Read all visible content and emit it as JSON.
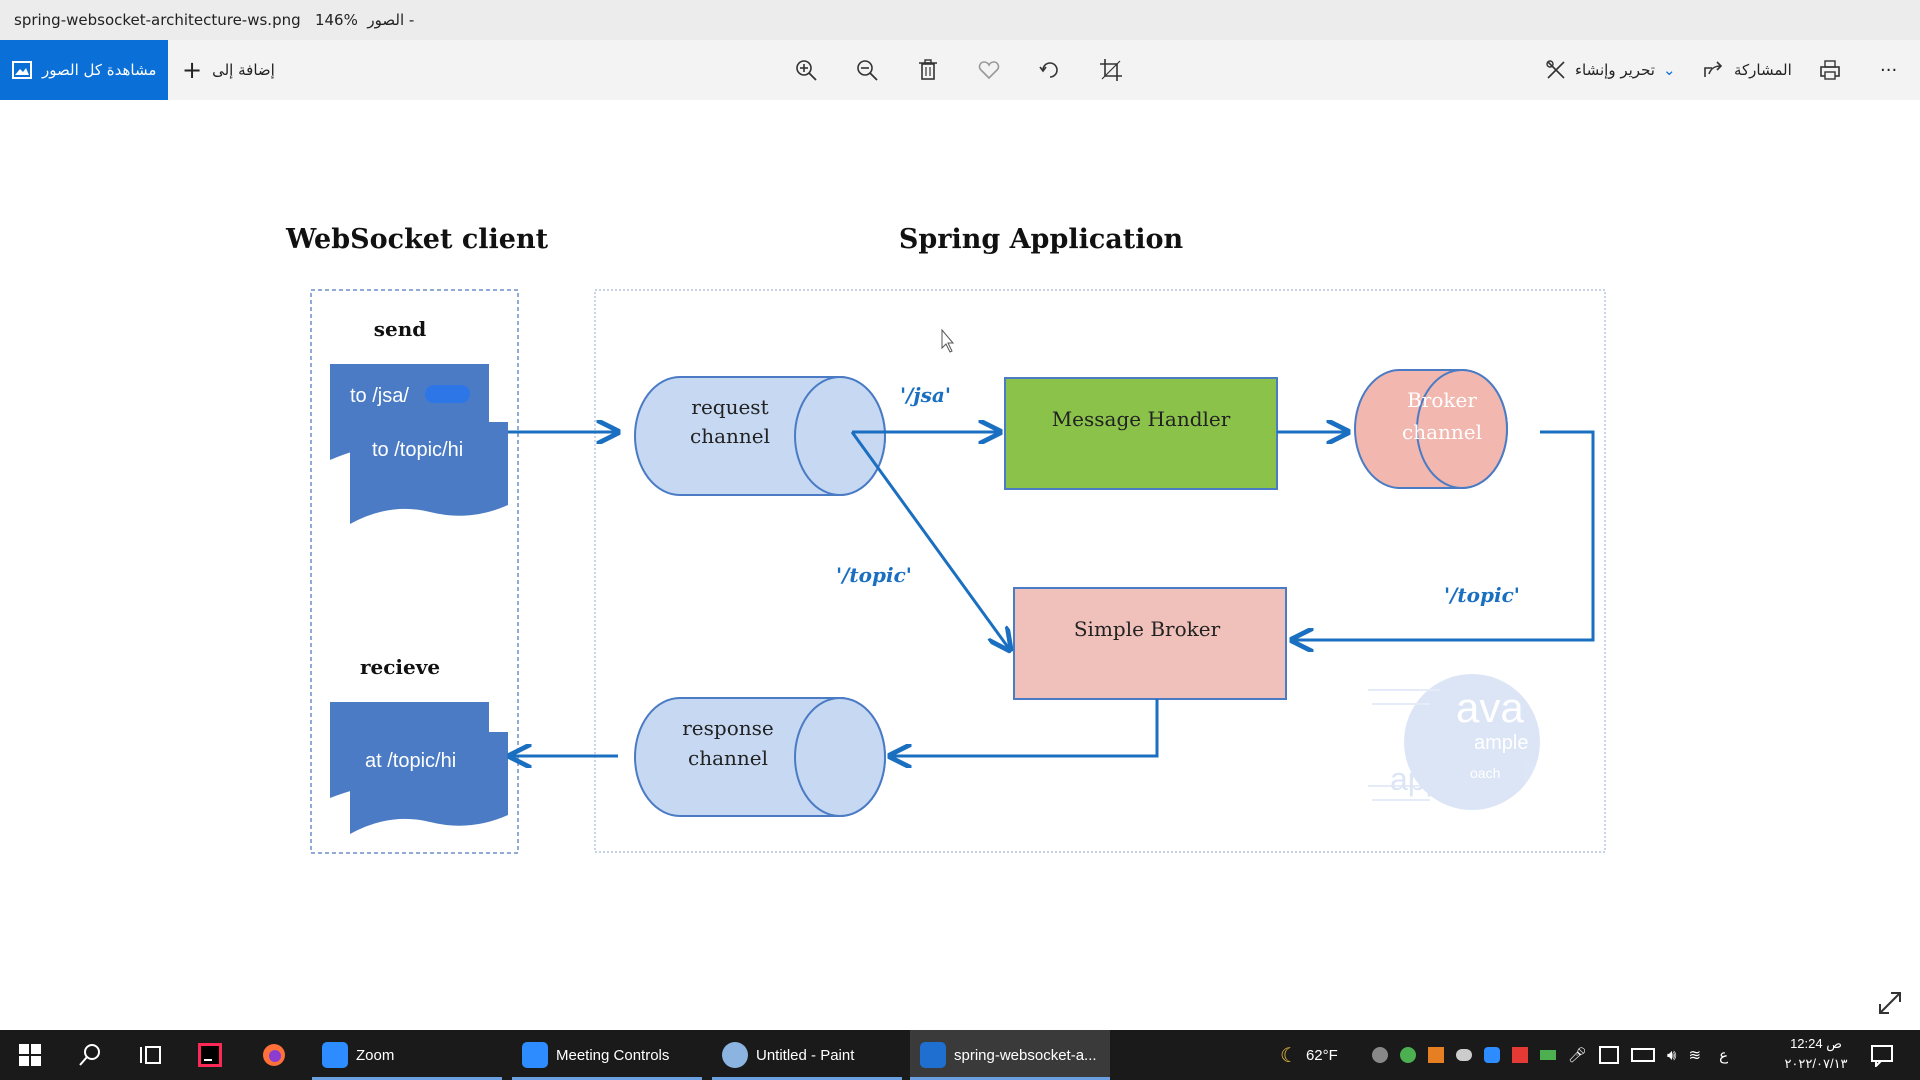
{
  "window": {
    "title": "spring-websocket-architecture-ws.png",
    "zoom": "146%",
    "app_name": "الصور -"
  },
  "toolbar": {
    "view_all_label": "مشاهدة كل الصور",
    "add_to_label": "إضافة إلى",
    "edit_create_label": "تحرير وإنشاء",
    "share_label": "المشاركة",
    "more_label": "···",
    "icons": [
      "zoom-in-icon",
      "zoom-out-icon",
      "delete-icon",
      "favorite-icon",
      "rotate-icon",
      "crop-icon",
      "print-icon"
    ]
  },
  "diagram": {
    "client_title": "WebSocket client",
    "app_title": "Spring Application",
    "send_label": "send",
    "receive_label": "recieve",
    "send_doc_1": "to /jsa/",
    "send_doc_2": "to /topic/hi",
    "receive_doc": "at /topic/hi",
    "request_channel_1": "request",
    "request_channel_2": "channel",
    "message_handler": "Message Handler",
    "broker_channel_1": "Broker",
    "broker_channel_2": "channel",
    "simple_broker": "Simple Broker",
    "response_channel_1": "response",
    "response_channel_2": "channel",
    "route_jsa": "'/jsa'",
    "route_topic_1": "'/topic'",
    "route_topic_2": "'/topic'",
    "watermark_1": "ava",
    "watermark_2": "ample",
    "watermark_3": "app",
    "watermark_4": "oach",
    "colors": {
      "doc": "#4a7bc4",
      "channel": "#c6d8f2",
      "handler": "#8bc34a",
      "broker_channel": "#f2b8b0",
      "simple_broker": "#f0c0bb",
      "arrow": "#1a6fc0"
    }
  },
  "taskbar": {
    "apps": [
      {
        "label": "Zoom",
        "icon": "zoom-app-icon"
      },
      {
        "label": "Meeting Controls",
        "icon": "meeting-controls-icon"
      },
      {
        "label": "Untitled - Paint",
        "icon": "paint-icon"
      },
      {
        "label": "spring-websocket-a...",
        "icon": "photos-icon"
      }
    ],
    "weather": "62°F",
    "language": "ع",
    "time": "12:24 ص",
    "date": "٢٠٢٢/٠٧/١٣"
  }
}
